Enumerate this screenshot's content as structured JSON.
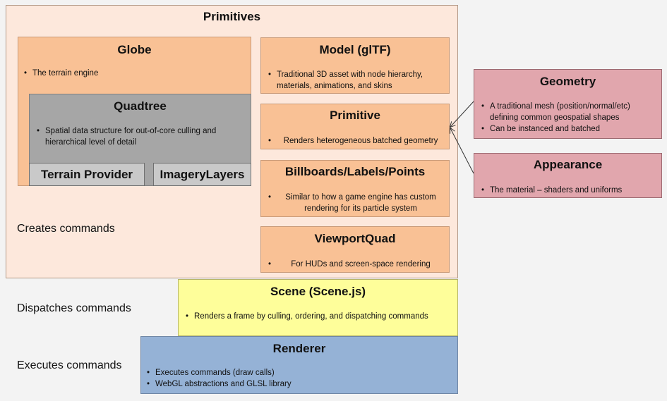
{
  "primitives": {
    "title": "Primitives",
    "side_label": "Creates commands",
    "globe": {
      "title": "Globe",
      "bullets": [
        "The terrain engine"
      ]
    },
    "quadtree": {
      "title": "Quadtree",
      "bullets": [
        "Spatial data structure for out-of-core culling and hierarchical level of detail"
      ]
    },
    "terrain_provider": {
      "title": "Terrain Provider"
    },
    "imagery_layers": {
      "title": "ImageryLayers"
    },
    "model": {
      "title": "Model (glTF)",
      "bullets": [
        "Traditional 3D asset with node hierarchy, materials, animations, and skins"
      ]
    },
    "primitive": {
      "title": "Primitive",
      "bullets": [
        "Renders heterogeneous batched geometry"
      ]
    },
    "billboards": {
      "title": "Billboards/Labels/Points",
      "bullets": [
        "Similar to how a game engine has custom rendering for its particle system"
      ]
    },
    "viewport_quad": {
      "title": "ViewportQuad",
      "bullets": [
        "For HUDs and screen-space rendering"
      ]
    }
  },
  "scene": {
    "title": "Scene (Scene.js)",
    "side_label": "Dispatches commands",
    "bullets": [
      "Renders a frame by culling, ordering, and dispatching commands"
    ]
  },
  "renderer": {
    "title": "Renderer",
    "side_label": "Executes commands",
    "bullets": [
      "Executes commands (draw calls)",
      "WebGL abstractions and GLSL library"
    ]
  },
  "geometry": {
    "title": "Geometry",
    "bullets": [
      "A traditional mesh (position/normal/etc) defining common geospatial shapes",
      "Can be instanced and batched"
    ]
  },
  "appearance": {
    "title": "Appearance",
    "bullets": [
      "The material – shaders and uniforms"
    ]
  },
  "colors": {
    "peach": "#f9c195",
    "outer": "#fde8dc",
    "quadtree": "#a6a6a6",
    "scene": "#fefe9a",
    "renderer": "#95b2d6",
    "side_boxes": "#e1a6ad"
  }
}
